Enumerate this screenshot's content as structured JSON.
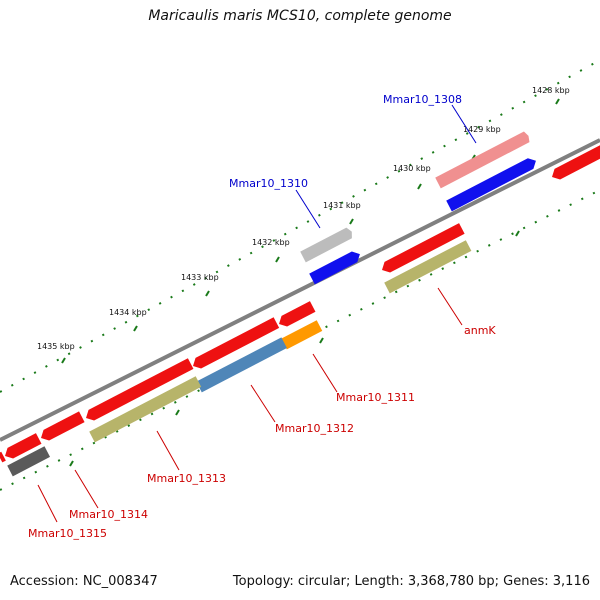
{
  "title": "Maricaulis maris MCS10, complete genome",
  "accession_text": "Accession: NC_008347",
  "summary_text": "Topology: circular; Length: 3,368,780 bp; Genes: 3,116",
  "tick_labels": [
    "1428 kbp",
    "1429 kbp",
    "1430 kbp",
    "1431 kbp",
    "1432 kbp",
    "1433 kbp",
    "1434 kbp",
    "1435 kbp"
  ],
  "gene_labels": [
    {
      "text": "Mmar10_1308",
      "color": "#0000cc"
    },
    {
      "text": "Mmar10_1310",
      "color": "#0000cc"
    },
    {
      "text": "anmK",
      "color": "#cc0000"
    },
    {
      "text": "Mmar10_1311",
      "color": "#cc0000"
    },
    {
      "text": "Mmar10_1312",
      "color": "#cc0000"
    },
    {
      "text": "Mmar10_1313",
      "color": "#cc0000"
    },
    {
      "text": "Mmar10_1314",
      "color": "#cc0000"
    },
    {
      "text": "Mmar10_1315",
      "color": "#cc0000"
    }
  ],
  "colors": {
    "backbone": "#808080",
    "cds": "#ff0000",
    "gene_label_blue": "#0000cc",
    "gene_label_red": "#cc0000",
    "tick": "#1a7a1a"
  }
}
